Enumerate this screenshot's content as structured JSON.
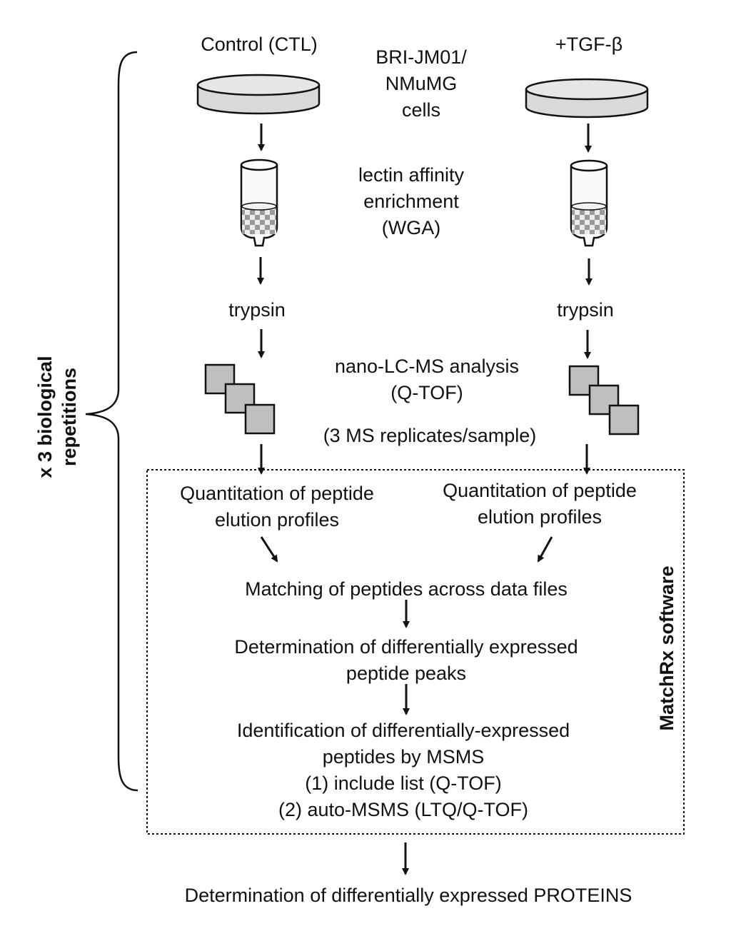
{
  "left_sample": {
    "label": "Control (CTL)",
    "trypsin": "trypsin"
  },
  "right_sample": {
    "label": "+TGF-β",
    "trypsin": "trypsin"
  },
  "cells": {
    "line1": "BRI-JM01/",
    "line2": "NMuMG",
    "line3": "cells"
  },
  "enrichment": {
    "line1": "lectin affinity",
    "line2": "enrichment",
    "line3": "(WGA)"
  },
  "lcms": {
    "line1": "nano-LC-MS analysis",
    "line2": "(Q-TOF)",
    "replicates": "(3 MS replicates/sample)"
  },
  "quant_left": {
    "line1": "Quantitation of peptide",
    "line2": "elution profiles"
  },
  "quant_right": {
    "line1": "Quantitation of peptide",
    "line2": "elution profiles"
  },
  "matching": "Matching of peptides across data files",
  "determination": {
    "line1": "Determination of differentially expressed",
    "line2": "peptide peaks"
  },
  "identification": {
    "line1": "Identification of differentially-expressed",
    "line2": "peptides by MSMS",
    "line3": "(1) include list (Q-TOF)",
    "line4": "(2) auto-MSMS (LTQ/Q-TOF)"
  },
  "software_label": "MatchRx software",
  "repetitions": {
    "line1": "x 3 biological",
    "line2": "repetitions"
  },
  "final": "Determination of differentially expressed PROTEINS",
  "colors": {
    "dish_fill": "#d9d9d9",
    "square_fill": "#bfbfbf",
    "stroke": "#111111"
  }
}
